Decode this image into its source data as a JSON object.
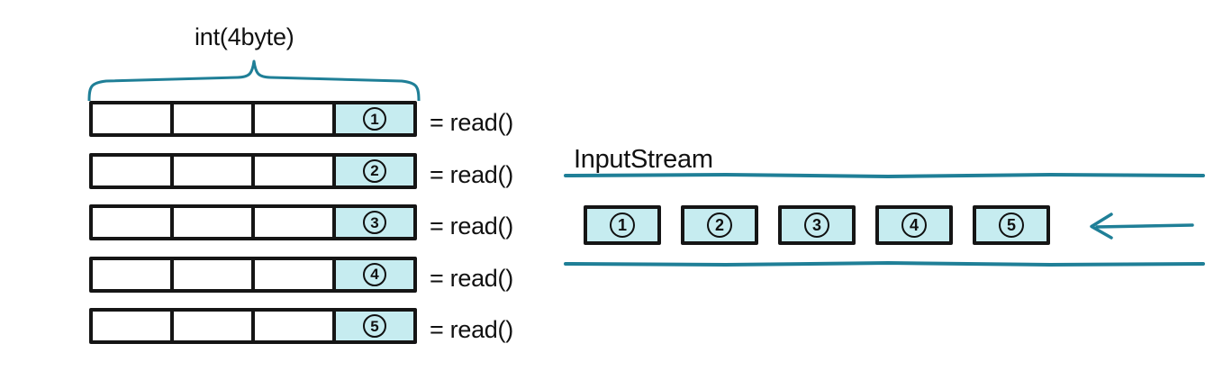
{
  "diagram": {
    "title_note": "int(4byte)",
    "colors": {
      "fill_teal": "#c6ecf0",
      "stroke_black": "#151515",
      "stroke_teal": "#1f7f97"
    },
    "left": {
      "brace_label": "int(4byte)",
      "cells_per_row": 4,
      "rows": [
        {
          "number": "1",
          "read_label": "= read()",
          "filled_cell_index": 3
        },
        {
          "number": "2",
          "read_label": "= read()",
          "filled_cell_index": 3
        },
        {
          "number": "3",
          "read_label": "= read()",
          "filled_cell_index": 3
        },
        {
          "number": "4",
          "read_label": "= read()",
          "filled_cell_index": 3
        },
        {
          "number": "5",
          "read_label": "= read()",
          "filled_cell_index": 3
        }
      ]
    },
    "right": {
      "stream_label": "InputStream",
      "boxes": [
        {
          "number": "1"
        },
        {
          "number": "2"
        },
        {
          "number": "3"
        },
        {
          "number": "4"
        },
        {
          "number": "5"
        }
      ],
      "flow_arrow_direction": "left"
    }
  }
}
